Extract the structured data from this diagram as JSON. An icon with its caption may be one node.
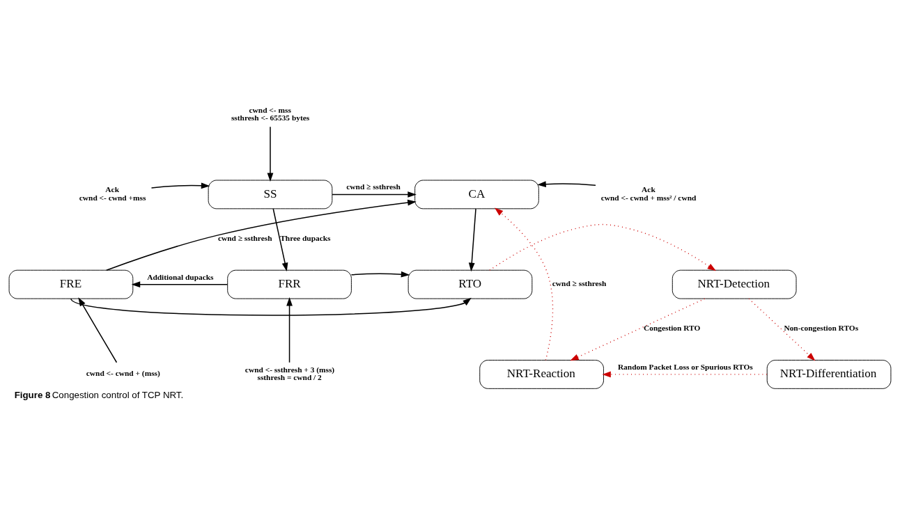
{
  "diagram": {
    "caption": "**Figure 8** Congestion control of TCP NRT.",
    "nodes": [
      {
        "text": [
          "SS"
        ]
      },
      {
        "text": [
          "CA"
        ]
      },
      {
        "text": [
          "FRE"
        ]
      },
      {
        "text": [
          "FRR"
        ]
      },
      {
        "text": [
          "RTO"
        ]
      },
      {
        "text": [
          "NRT-Detection"
        ]
      },
      {
        "text": [
          "NRT-Reaction"
        ]
      },
      {
        "text": [
          "NRT-Differentiation"
        ]
      },
      {
        "text": [
          "cwnd <- mss",
          "ssthresh <- 65535 bytes"
        ]
      },
      {
        "text": [
          "Ack",
          "cwnd <- cwnd +mss"
        ]
      },
      {
        "text": [
          "Ack",
          "cwnd <- cwnd + mss² / cwnd"
        ]
      },
      {
        "text": [
          "cwnd <- cwnd + (mss)"
        ]
      },
      {
        "text": [
          "cwnd <- ssthresh + 3 (mss)",
          "ssthresh = cwnd / 2"
        ]
      }
    ],
    "edges": [
      {
        "from": 8,
        "to": 0,
        "arrow": "to"
      },
      {
        "from": 9,
        "to": 0,
        "arrow": "to"
      },
      {
        "from": 0,
        "to": 1,
        "arrow": "to",
        "label": "cwnd ≥ ssthresh"
      },
      {
        "from": 10,
        "to": 1,
        "arrow": "to"
      },
      {
        "from": 2,
        "to": 1,
        "arrow": "to",
        "label": "cwnd ≥ ssthresh"
      },
      {
        "from": 6,
        "to": 1,
        "arrow": "to",
        "label": "cwnd ≥ ssthresh",
        "style": "dashed",
        "color": "#cc0000"
      },
      {
        "from": 0,
        "to": 3,
        "arrow": "to",
        "label": "Three dupacks"
      },
      {
        "from": 2,
        "to": 4,
        "arrow": "to"
      },
      {
        "from": 1,
        "to": 4,
        "arrow": "to"
      },
      {
        "from": 3,
        "to": 2,
        "arrow": "to",
        "label": "Additional dupacks"
      },
      {
        "from": 3,
        "to": 4,
        "arrow": "to"
      },
      {
        "from": 11,
        "to": 2,
        "arrow": "to"
      },
      {
        "from": 12,
        "to": 3,
        "arrow": "to"
      },
      {
        "from": 4,
        "to": 5,
        "arrow": "to",
        "style": "dashed",
        "color": "#cc0000"
      },
      {
        "from": 5,
        "to": 6,
        "arrow": "to",
        "label": "Congestion RTO",
        "style": "dashed",
        "color": "#cc0000"
      },
      {
        "from": 5,
        "to": 7,
        "arrow": "to",
        "label": "Non-congestion RTOs",
        "style": "dashed",
        "color": "#cc0000"
      },
      {
        "from": 7,
        "to": 6,
        "arrow": "to",
        "label": "Random Packet Loss or Spurious RTOs",
        "style": "dashed",
        "color": "#cc0000"
      }
    ]
  }
}
